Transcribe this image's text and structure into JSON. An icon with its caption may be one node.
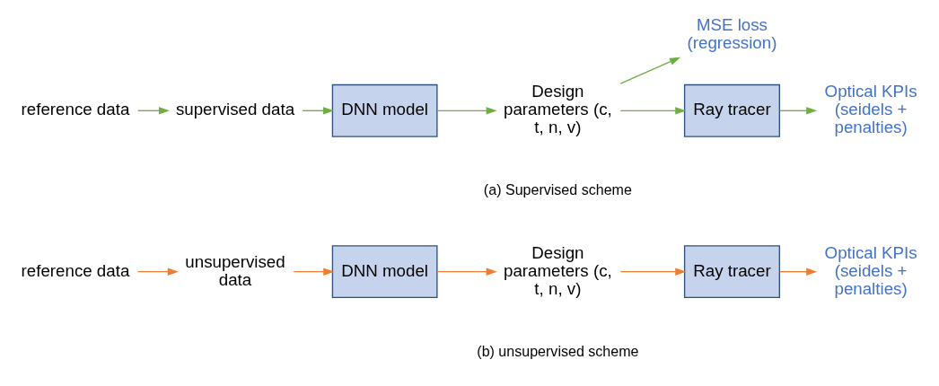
{
  "diagram": {
    "nodes": [
      {
        "text": [
          "reference data"
        ]
      },
      {
        "text": [
          "supervised data"
        ]
      },
      {
        "text": [
          "DNN model"
        ]
      },
      {
        "text": [
          "Design parameters (c, t, n, v)"
        ]
      },
      {
        "text": [
          "MSE loss (regression)"
        ]
      },
      {
        "text": [
          "Ray tracer"
        ]
      },
      {
        "text": [
          "Optical KPIs (seidels + penalties)"
        ]
      },
      {
        "text": [
          "reference data"
        ]
      },
      {
        "text": [
          "unsupervised data"
        ]
      },
      {
        "text": [
          "DNN model"
        ]
      },
      {
        "text": [
          "Design parameters (c, t, n, v)"
        ]
      },
      {
        "text": [
          "Ray tracer"
        ]
      },
      {
        "text": [
          "Optical KPIs (seidels + penalties)"
        ]
      }
    ],
    "edges": [
      {
        "from": 0,
        "to": 1,
        "arrow": "to",
        "color": "#70ad47"
      },
      {
        "from": 1,
        "to": 2,
        "arrow": "to",
        "color": "#70ad47"
      },
      {
        "from": 2,
        "to": 3,
        "arrow": "to",
        "color": "#70ad47"
      },
      {
        "from": 3,
        "to": 4,
        "arrow": "to",
        "color": "#70ad47"
      },
      {
        "from": 3,
        "to": 5,
        "arrow": "to",
        "color": "#70ad47"
      },
      {
        "from": 5,
        "to": 6,
        "arrow": "to",
        "color": "#70ad47"
      },
      {
        "from": 7,
        "to": 8,
        "arrow": "to",
        "color": "#ed7d31"
      },
      {
        "from": 8,
        "to": 9,
        "arrow": "to",
        "color": "#ed7d31"
      },
      {
        "from": 9,
        "to": 10,
        "arrow": "to",
        "color": "#ed7d31"
      },
      {
        "from": 10,
        "to": 11,
        "arrow": "to",
        "color": "#ed7d31"
      },
      {
        "from": 11,
        "to": 12,
        "arrow": "to",
        "color": "#ed7d31"
      }
    ],
    "labels": [
      "(a) Supervised scheme",
      "(b) unsupervised scheme"
    ]
  }
}
